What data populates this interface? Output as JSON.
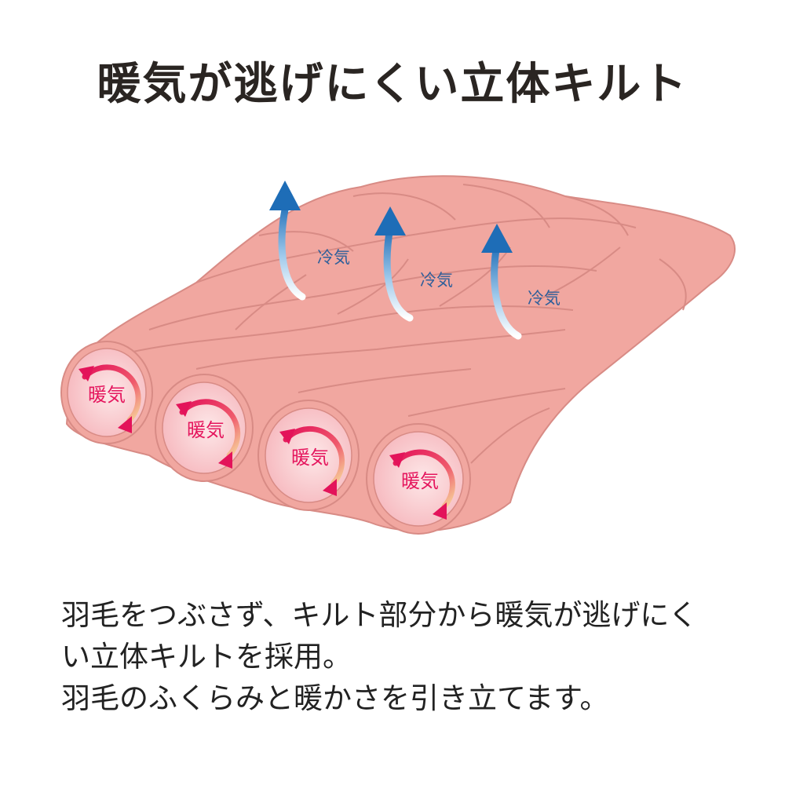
{
  "title": "暖気が逃げにくい立体キルト",
  "diagram": {
    "cool_labels": [
      "冷気",
      "冷気",
      "冷気"
    ],
    "warm_labels": [
      "暖気",
      "暖気",
      "暖気",
      "暖気"
    ],
    "colors": {
      "quilt_base": "#f1a7a0",
      "quilt_seam": "#d88b85",
      "tube_inner": "#fbd3d6",
      "warm_arrow": "#e41b5a",
      "cool_arrow": "#2f7fc4"
    }
  },
  "description": {
    "lines": [
      "羽毛をつぶさず、キルト部分から暖気が逃げにく",
      "い立体キルトを採用。",
      "羽毛のふくらみと暖かさを引き立てます。"
    ]
  }
}
